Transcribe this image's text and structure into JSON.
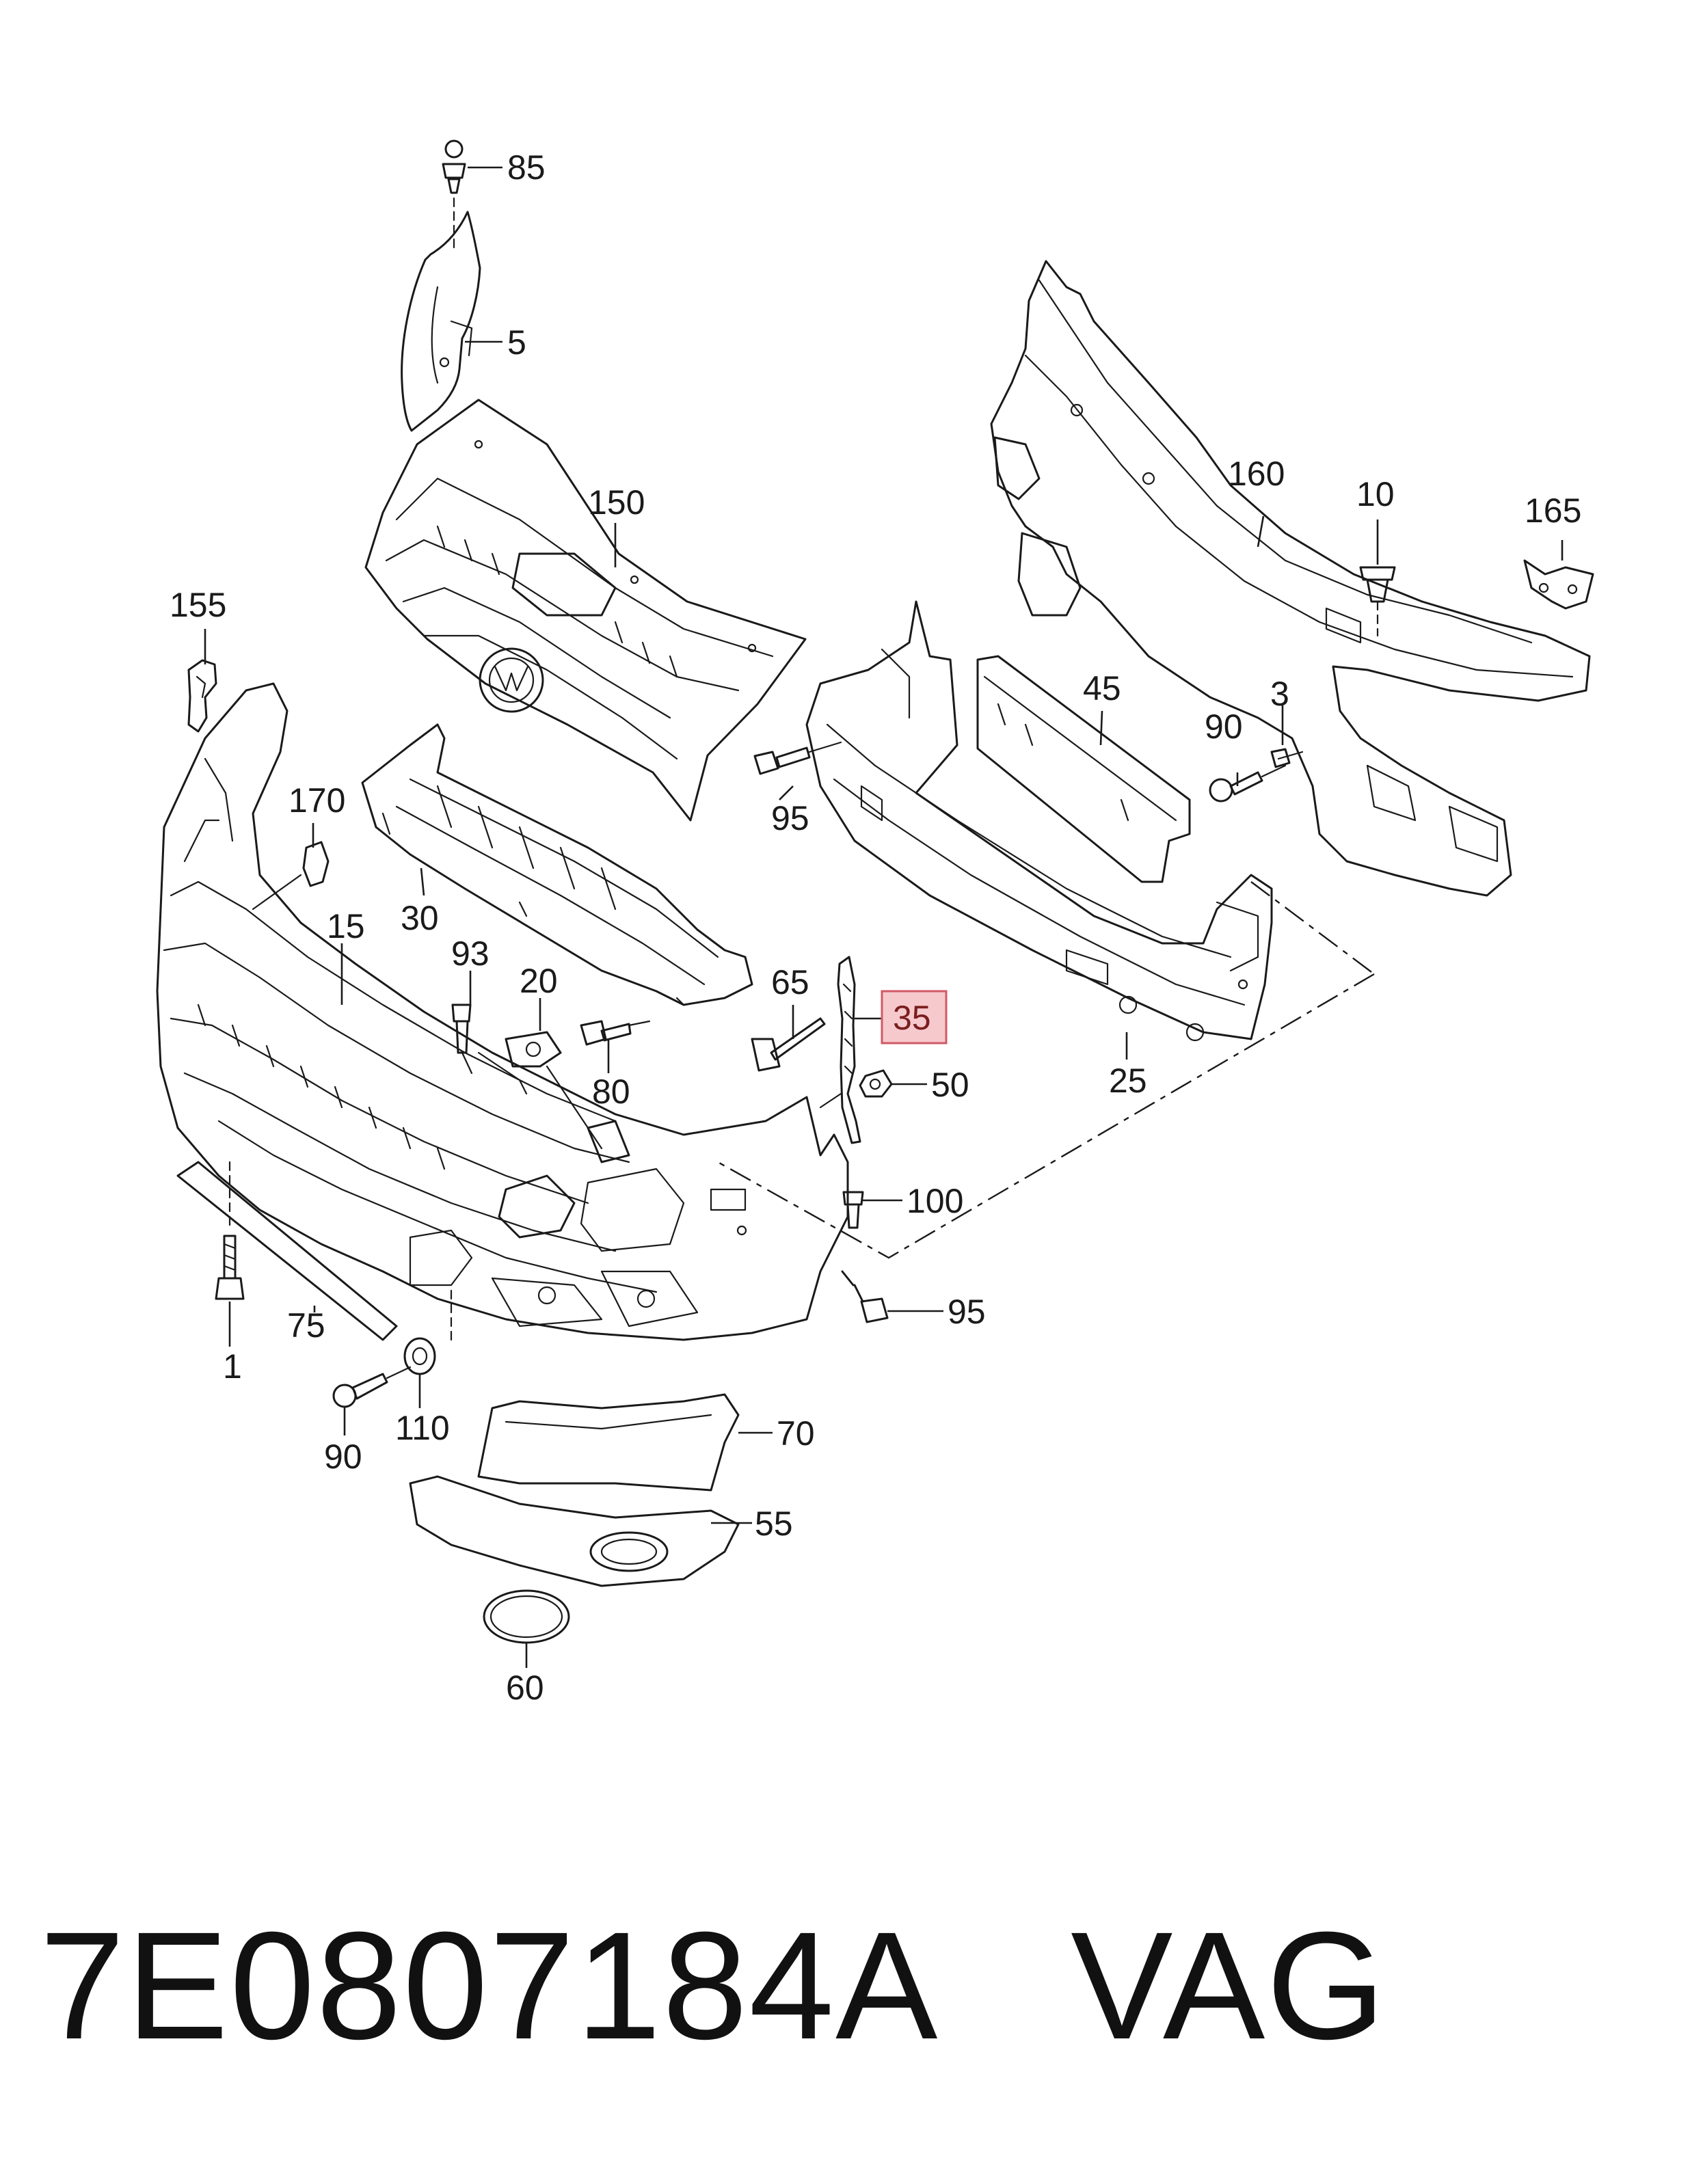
{
  "highlight_color": "#f6c9cd",
  "callouts": {
    "p85": "85",
    "p5": "5",
    "p150": "150",
    "p160": "160",
    "p10": "10",
    "p165": "165",
    "p155": "155",
    "p170": "170",
    "p45": "45",
    "p90a": "90",
    "p3": "3",
    "p95a": "95",
    "p30": "30",
    "p15": "15",
    "p93": "93",
    "p20": "20",
    "p65": "65",
    "p35": "35",
    "p80": "80",
    "p50": "50",
    "p25": "25",
    "p100": "100",
    "p95b": "95",
    "p1": "1",
    "p75": "75",
    "p110": "110",
    "p90b": "90",
    "p70": "70",
    "p55": "55",
    "p60": "60"
  },
  "footer": {
    "part_number": "7E0807184A",
    "brand": "VAG"
  }
}
